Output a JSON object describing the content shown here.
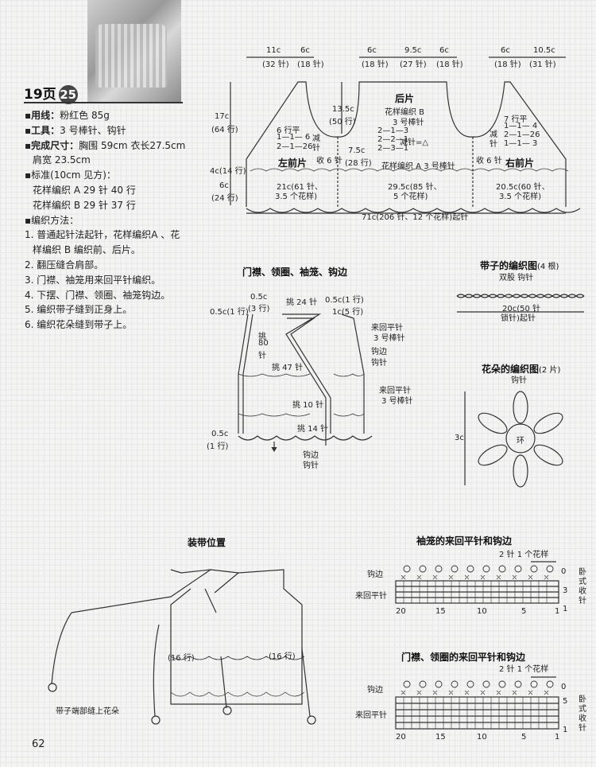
{
  "header": {
    "page": "19页",
    "number": "25"
  },
  "info": {
    "yarn_label": "用线：",
    "yarn_value": "粉红色 85g",
    "tools_label": "工具：",
    "tools_value": "3 号棒针、钩针",
    "size_label": "完成尺寸：",
    "size_value": "胸围 59cm  衣长27.5cm",
    "size_line2": "肩宽 23.5cm",
    "gauge_label": "标准(10cm 见方)：",
    "gauge_a": "花样编织 A  29 针  40 行",
    "gauge_b": "花样编织 B  29 针  37 行",
    "method_label": "编织方法：",
    "steps": [
      "1. 普通起针法起针，花样编织A 、花",
      "样编织 B 编织前、后片。",
      "2. 翻压缝合肩部。",
      "3. 门襟、袖笼用来回平针编织。",
      "4. 下摆、门襟、领圈、袖笼钩边。",
      "5. 编织带子缝到正身上。",
      "6. 编织花朵缝到带子上。"
    ]
  },
  "body_diagram": {
    "top": [
      "11c",
      "(32 针)",
      "6c",
      "(18 针)",
      "6c",
      "(18 针)",
      "9.5c",
      "(27 针)",
      "6c",
      "(18 针)",
      "6c",
      "(18 针)",
      "10.5c",
      "(31 针)"
    ],
    "back_title": "后片",
    "back_pattern": "花样编织 B",
    "back_needle": "3 号棒针",
    "left_meas": [
      "17c",
      "(64 行)",
      "4c(14 行)",
      "6c",
      "(24 行)"
    ],
    "armhole_l": [
      "6 行平",
      "1—1— 6",
      "2—1—26",
      "减",
      "针"
    ],
    "center": [
      "13.5c",
      "(50 行)",
      "2—1—3",
      "2—2—1",
      "2—3—1",
      "减针=△",
      "7.5c",
      "(28 行)"
    ],
    "armhole_r": [
      "7 行平",
      "1—1— 4",
      "2—1—26",
      "1—1— 3",
      "减",
      "针"
    ],
    "shrink": [
      "收 6 针",
      "收 6 针"
    ],
    "left_front": "左前片",
    "right_front": "右前片",
    "pattern_a": "花样编织 A  3 号棒针",
    "bottom": [
      "21c(61 针、",
      "3.5 个花样)",
      "29.5c(85 针、",
      "5 个花样)",
      "20.5c(60 针、",
      "3.5 个花样)"
    ],
    "cast_on": "71c(206 针、12 个花样)起针"
  },
  "edge_diagram": {
    "title": "门襟、领圈、袖笼、钩边",
    "labels": [
      "0.5c(1 行)",
      "0.5c",
      "(3 行)",
      "挑 24 针",
      "0.5c(1 行)",
      "1c(5 行)",
      "挑",
      "80",
      "针",
      "挑 47 针",
      "来回平针",
      "3 号棒针",
      "钩边",
      "钩针",
      "挑 10 针",
      "来回平针",
      "3 号棒针",
      "挑 14 针",
      "0.5c",
      "(1 行)",
      "钩边",
      "钩针"
    ]
  },
  "strap": {
    "title": "带子的编织图",
    "count": "(4 根)",
    "sub": "双股  钩针",
    "label1": "20c(50 针",
    "label2": "锁针)起针"
  },
  "flower": {
    "title": "花朵的编织图",
    "count": "(2 片)",
    "sub": "钩针",
    "size": "3c",
    "ring": "环"
  },
  "tie": {
    "title": "装带位置",
    "r1": "(16 行)",
    "r2": "(16 行)",
    "note": "带子端部缝上花朵"
  },
  "sleeve_chart": {
    "title": "袖笼的来回平针和钩边",
    "repeat": "2 针 1 个花样",
    "row_labels": [
      "钩边",
      "来回平针"
    ],
    "right": [
      "0",
      "卧",
      "式",
      "收",
      "针"
    ],
    "right_nums": [
      "3",
      "1"
    ],
    "cols": [
      "20",
      "15",
      "10",
      "5",
      "1"
    ]
  },
  "front_chart": {
    "title": "门襟、领圈的来回平针和钩边",
    "repeat": "2 针 1 个花样",
    "row_labels": [
      "钩边",
      "来回平针"
    ],
    "right": [
      "0",
      "卧",
      "式",
      "收",
      "针"
    ],
    "right_nums": [
      "5",
      "1"
    ],
    "cols": [
      "20",
      "15",
      "10",
      "5",
      "1"
    ]
  },
  "page_number": "62"
}
